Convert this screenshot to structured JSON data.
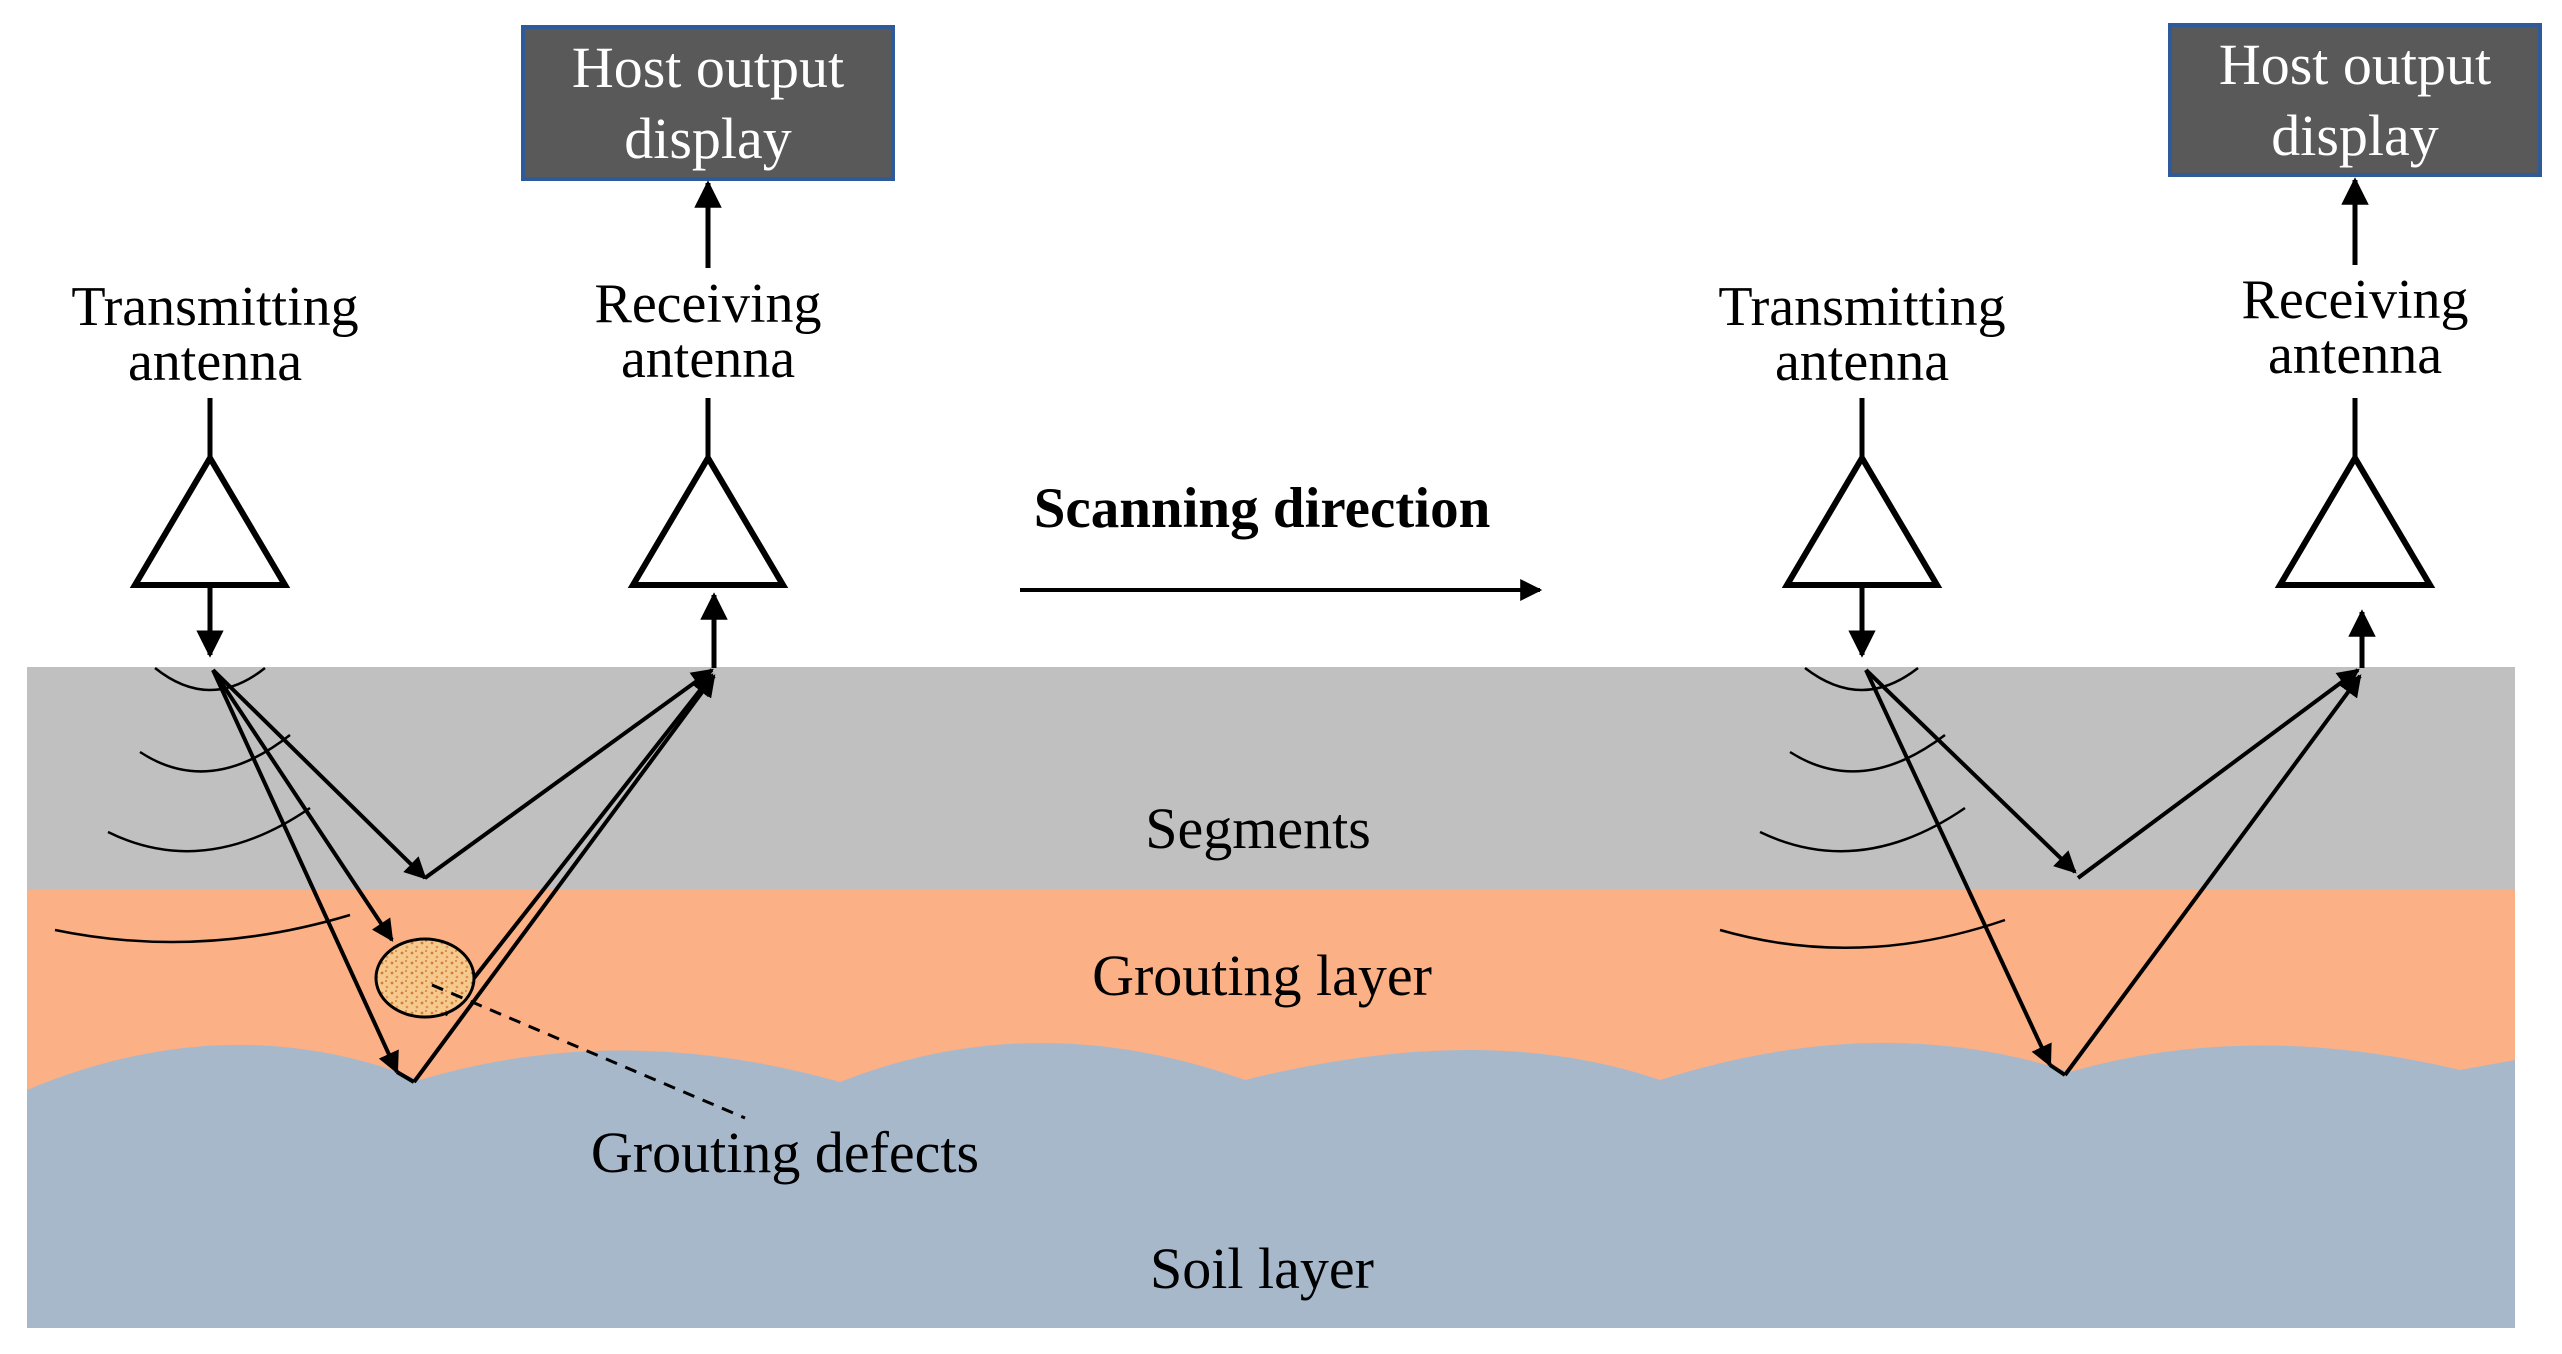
{
  "colors": {
    "segments": "#c0c0c0",
    "grouting": "#fbb086",
    "soil": "#a8b8cb",
    "host_box_fill": "#595959",
    "host_box_border": "#2e5a9a",
    "defect_fill": "#f6c98c"
  },
  "left_setup": {
    "host_box": {
      "line1": "Host output",
      "line2": "display"
    },
    "transmitter": {
      "line1": "Transmitting",
      "line2": "antenna"
    },
    "receiver": {
      "line1": "Receiving",
      "line2": "antenna"
    }
  },
  "right_setup": {
    "host_box": {
      "line1": "Host output",
      "line2": "display"
    },
    "transmitter": {
      "line1": "Transmitting",
      "line2": "antenna"
    },
    "receiver": {
      "line1": "Receiving",
      "line2": "antenna"
    }
  },
  "scan": {
    "label": "Scanning direction"
  },
  "layers": {
    "segments": "Segments",
    "grouting": "Grouting layer",
    "soil": "Soil layer"
  },
  "defect": {
    "label": "Grouting defects"
  },
  "icons": [
    "triangle-antenna-icon",
    "arrow-icon",
    "wavefront-icon",
    "defect-ellipse-icon"
  ]
}
